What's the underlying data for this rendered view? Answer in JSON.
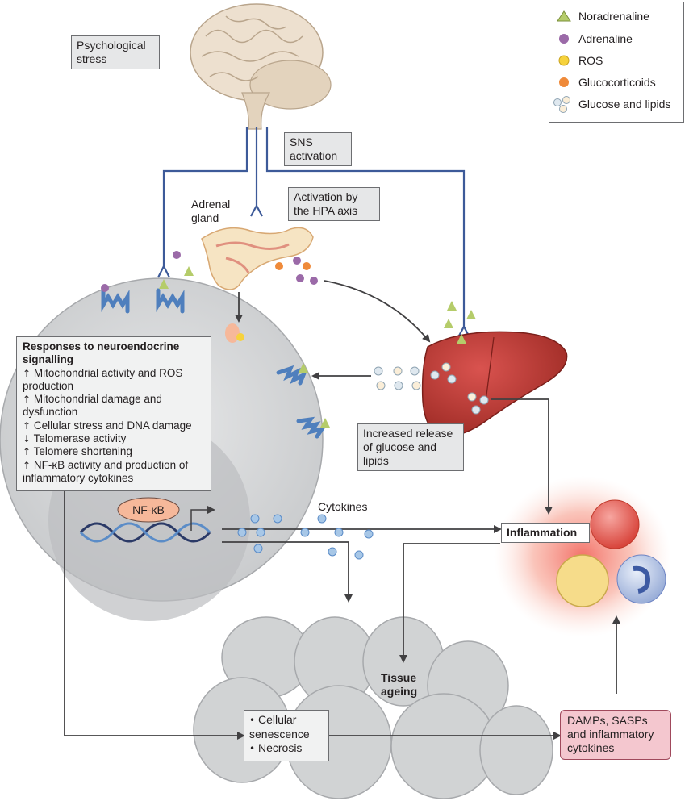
{
  "legend": {
    "items": [
      {
        "label": "Noradrenaline",
        "icon": "triangle",
        "color": "#b5cc6a"
      },
      {
        "label": "Adrenaline",
        "icon": "circle",
        "color": "#9b6aa8"
      },
      {
        "label": "ROS",
        "icon": "circle",
        "color": "#f6d23c"
      },
      {
        "label": "Glucocorticoids",
        "icon": "circle",
        "color": "#ef8a3a"
      },
      {
        "label": "Glucose and lipids",
        "icon": "circle-group",
        "color": "#dfe8ef"
      }
    ]
  },
  "labels": {
    "psychological_stress": "Psychological stress",
    "sns_activation": "SNS activation",
    "hpa_activation": "Activation by the HPA axis",
    "adrenal_gland": "Adrenal gland",
    "increased_release": "Increased release of glucose and lipids",
    "cytokines": "Cytokines",
    "nfkb": "NF-κB",
    "inflammation": "Inflammation",
    "tissue_ageing": "Tissue ageing",
    "damps": "DAMPs, SASPs and inflammatory cytokines"
  },
  "responses": {
    "title": "Responses to neuroendocrine signalling",
    "items": [
      {
        "arrow": "↑",
        "text": "Mitochondrial activity and ROS production"
      },
      {
        "arrow": "↑",
        "text": "Mitochondrial damage and dysfunction"
      },
      {
        "arrow": "↑",
        "text": "Cellular stress and DNA damage"
      },
      {
        "arrow": "↓",
        "text": "Telomerase activity"
      },
      {
        "arrow": "↑",
        "text": "Telomere shortening"
      },
      {
        "arrow": "↑",
        "text": "NF-κB activity and production of inflammatory cytokines"
      }
    ]
  },
  "outcomes": {
    "items": [
      "Cellular senescence",
      "Necrosis"
    ]
  },
  "colors": {
    "nerve": "#3d5a99",
    "arrow": "#414042",
    "liver": "#c0392b",
    "cell": "#d1d3d4",
    "inflammation_glow": "#ef4136",
    "damps_box": "#f4c7cf"
  }
}
